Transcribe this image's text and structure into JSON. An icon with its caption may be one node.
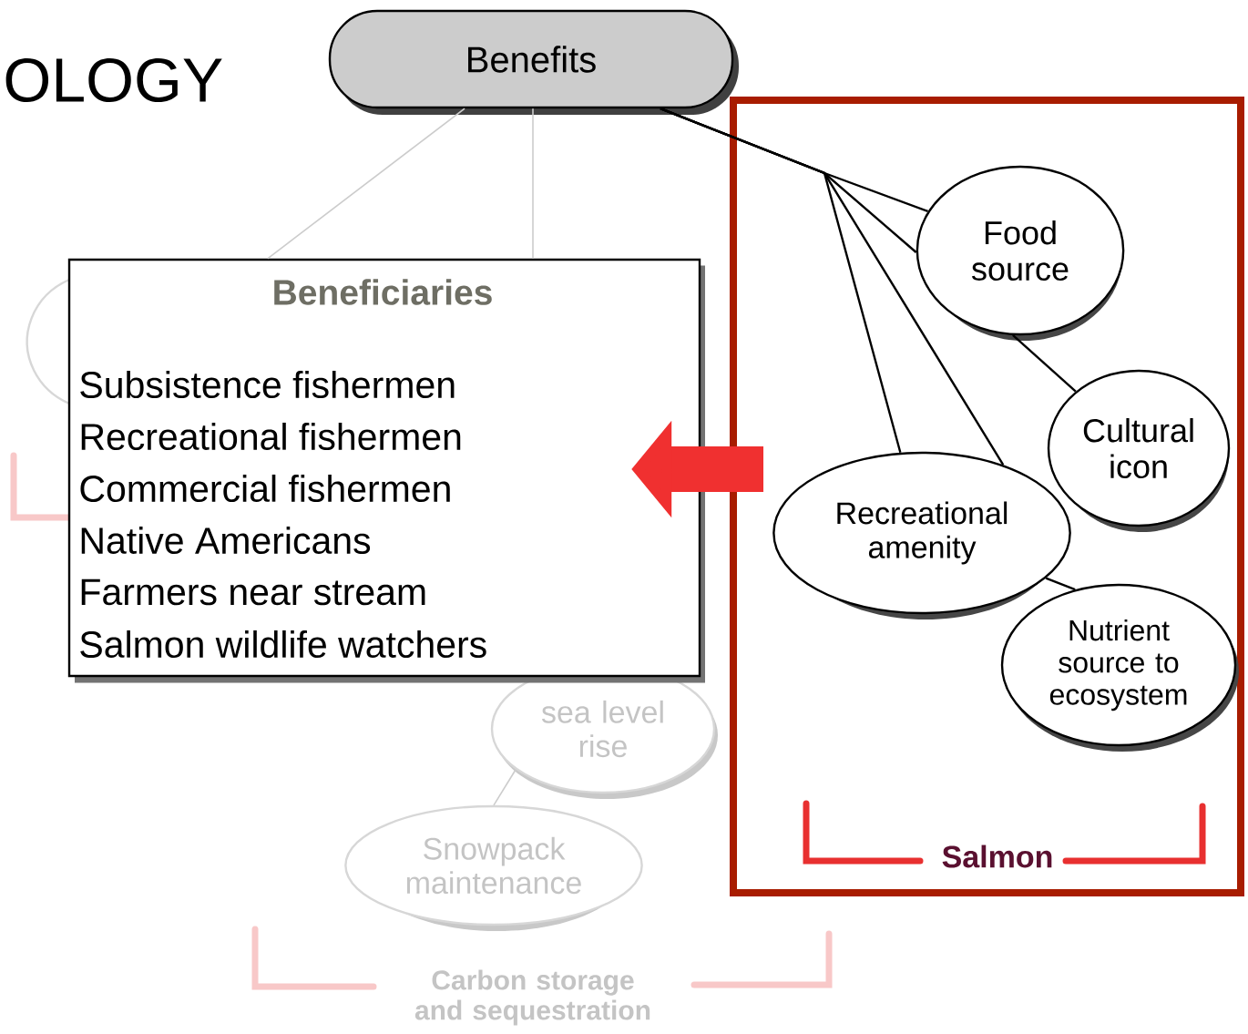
{
  "diagram": {
    "nodes": [
      {
        "text": [
          "Benefits"
        ]
      },
      {
        "text": [],
        "shape": "ellipse"
      },
      {
        "text": [
          "Beneficiaries",
          "Subsistence fishermen",
          "Recreational fishermen",
          "Commercial fishermen",
          "Native Americans",
          "Farmers near stream",
          "Salmon wildlife watchers"
        ]
      },
      {
        "text": [
          "Salmon"
        ]
      },
      {
        "text": [
          "Food source"
        ],
        "in": 3
      },
      {
        "text": [
          "Cultural icon"
        ],
        "in": 3
      },
      {
        "text": [
          "Recreational amenity"
        ],
        "in": 3
      },
      {
        "text": [
          "Nutrient source to ecosystem"
        ],
        "in": 3
      },
      {
        "text": [
          "sea level rise"
        ]
      },
      {
        "text": [
          "Snowpack maintenance"
        ]
      }
    ],
    "edges": [
      {
        "from": 0,
        "to": 4,
        "arrow": "none"
      },
      {
        "from": 0,
        "to": 4,
        "arrow": "none"
      },
      {
        "from": 4,
        "to": 5,
        "arrow": "none"
      },
      {
        "from": 0,
        "to": 6,
        "arrow": "none"
      },
      {
        "from": 0,
        "to": 6,
        "arrow": "none"
      },
      {
        "from": 6,
        "to": 7,
        "arrow": "none"
      },
      {
        "from": 0,
        "to": 2,
        "arrow": "none",
        "color": "#cccccc"
      },
      {
        "from": 0,
        "to": 2,
        "arrow": "none",
        "color": "#cccccc"
      },
      {
        "from": 8,
        "to": 9,
        "arrow": "none",
        "color": "#cccccc"
      },
      {
        "from": 3,
        "to": 2,
        "arrow": "to",
        "style": "thick",
        "color": "#f03030"
      }
    ],
    "labels": [
      "OLOGY",
      "Carbon storage and sequestration"
    ]
  }
}
